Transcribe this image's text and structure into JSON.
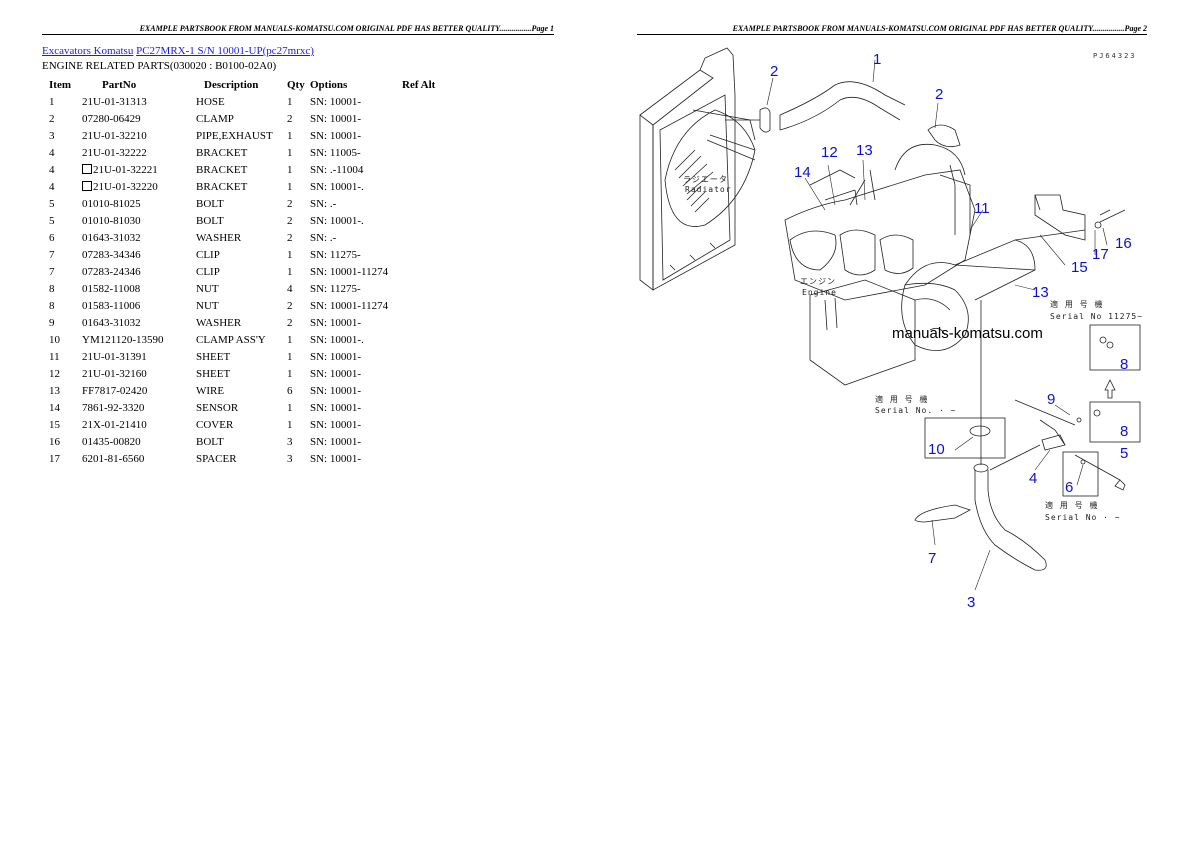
{
  "pages": [
    {
      "header": "EXAMPLE PARTSBOOK FROM MANUALS-KOMATSU.COM ORIGINAL PDF HAS BETTER QUALITY................Page 1",
      "breadcrumb": {
        "category_link": "Excavators Komatsu",
        "model_link": "PC27MRX-1 S/N 10001-UP(pc27mrxc)"
      },
      "section_title": "ENGINE RELATED PARTS(030020 : B0100-02A0)",
      "table": {
        "columns": [
          "Item",
          "PartNo",
          "Description",
          "Qty",
          "Options",
          "Ref Alt"
        ],
        "rows": [
          {
            "item": "1",
            "part_no": "21U-01-31313",
            "boxed": false,
            "description": "HOSE",
            "qty": "1",
            "options": "SN: 10001-"
          },
          {
            "item": "2",
            "part_no": "07280-06429",
            "boxed": false,
            "description": "CLAMP",
            "qty": "2",
            "options": "SN: 10001-"
          },
          {
            "item": "3",
            "part_no": "21U-01-32210",
            "boxed": false,
            "description": "PIPE,EXHAUST",
            "qty": "1",
            "options": "SN: 10001-"
          },
          {
            "item": "4",
            "part_no": "21U-01-32222",
            "boxed": false,
            "description": "BRACKET",
            "qty": "1",
            "options": "SN: 11005-"
          },
          {
            "item": "4",
            "part_no": "21U-01-32221",
            "boxed": true,
            "description": "BRACKET",
            "qty": "1",
            "options": "SN: .-11004"
          },
          {
            "item": "4",
            "part_no": "21U-01-32220",
            "boxed": true,
            "description": "BRACKET",
            "qty": "1",
            "options": "SN: 10001-."
          },
          {
            "item": "5",
            "part_no": "01010-81025",
            "boxed": false,
            "description": "BOLT",
            "qty": "2",
            "options": "SN: .-"
          },
          {
            "item": "5",
            "part_no": "01010-81030",
            "boxed": false,
            "description": "BOLT",
            "qty": "2",
            "options": "SN: 10001-."
          },
          {
            "item": "6",
            "part_no": "01643-31032",
            "boxed": false,
            "description": "WASHER",
            "qty": "2",
            "options": "SN: .-"
          },
          {
            "item": "7",
            "part_no": "07283-34346",
            "boxed": false,
            "description": "CLIP",
            "qty": "1",
            "options": "SN: 11275-"
          },
          {
            "item": "7",
            "part_no": "07283-24346",
            "boxed": false,
            "description": "CLIP",
            "qty": "1",
            "options": "SN: 10001-11274"
          },
          {
            "item": "8",
            "part_no": "01582-11008",
            "boxed": false,
            "description": "NUT",
            "qty": "4",
            "options": "SN: 11275-"
          },
          {
            "item": "8",
            "part_no": "01583-11006",
            "boxed": false,
            "description": "NUT",
            "qty": "2",
            "options": "SN: 10001-11274"
          },
          {
            "item": "9",
            "part_no": "01643-31032",
            "boxed": false,
            "description": "WASHER",
            "qty": "2",
            "options": "SN: 10001-"
          },
          {
            "item": "10",
            "part_no": "YM121120-13590",
            "boxed": false,
            "description": "CLAMP ASS'Y",
            "qty": "1",
            "options": "SN: 10001-."
          },
          {
            "item": "11",
            "part_no": "21U-01-31391",
            "boxed": false,
            "description": "SHEET",
            "qty": "1",
            "options": "SN: 10001-"
          },
          {
            "item": "12",
            "part_no": "21U-01-32160",
            "boxed": false,
            "description": "SHEET",
            "qty": "1",
            "options": "SN: 10001-"
          },
          {
            "item": "13",
            "part_no": "FF7817-02420",
            "boxed": false,
            "description": "WIRE",
            "qty": "6",
            "options": "SN: 10001-"
          },
          {
            "item": "14",
            "part_no": "7861-92-3320",
            "boxed": false,
            "description": "SENSOR",
            "qty": "1",
            "options": "SN: 10001-"
          },
          {
            "item": "15",
            "part_no": "21X-01-21410",
            "boxed": false,
            "description": "COVER",
            "qty": "1",
            "options": "SN: 10001-"
          },
          {
            "item": "16",
            "part_no": "01435-00820",
            "boxed": false,
            "description": "BOLT",
            "qty": "3",
            "options": "SN: 10001-"
          },
          {
            "item": "17",
            "part_no": "6201-81-6560",
            "boxed": false,
            "description": "SPACER",
            "qty": "3",
            "options": "SN: 10001-"
          }
        ]
      }
    },
    {
      "header": "EXAMPLE PARTSBOOK FROM MANUALS-KOMATSU.COM ORIGINAL PDF HAS BETTER QUALITY................Page 2",
      "diagram": {
        "ref_code": "PJ64323",
        "watermark": "manuals-komatsu.com",
        "labels": {
          "radiator_jp": "ラジエータ",
          "radiator": "Radiator",
          "engine_jp": "エンジン",
          "engine": "Engine",
          "serial_jp": "適 用 号 機",
          "serial_11275": "Serial No 11275~",
          "serial_blank_1": "Serial No.  ·  ~",
          "serial_blank_2": "Serial No   ·  ~"
        },
        "callouts": [
          "1",
          "2",
          "2",
          "12",
          "13",
          "14",
          "11",
          "15",
          "17",
          "16",
          "13",
          "8",
          "9",
          "8",
          "10",
          "5",
          "4",
          "6",
          "7",
          "3"
        ],
        "callout_color": "#1010d0"
      }
    }
  ]
}
